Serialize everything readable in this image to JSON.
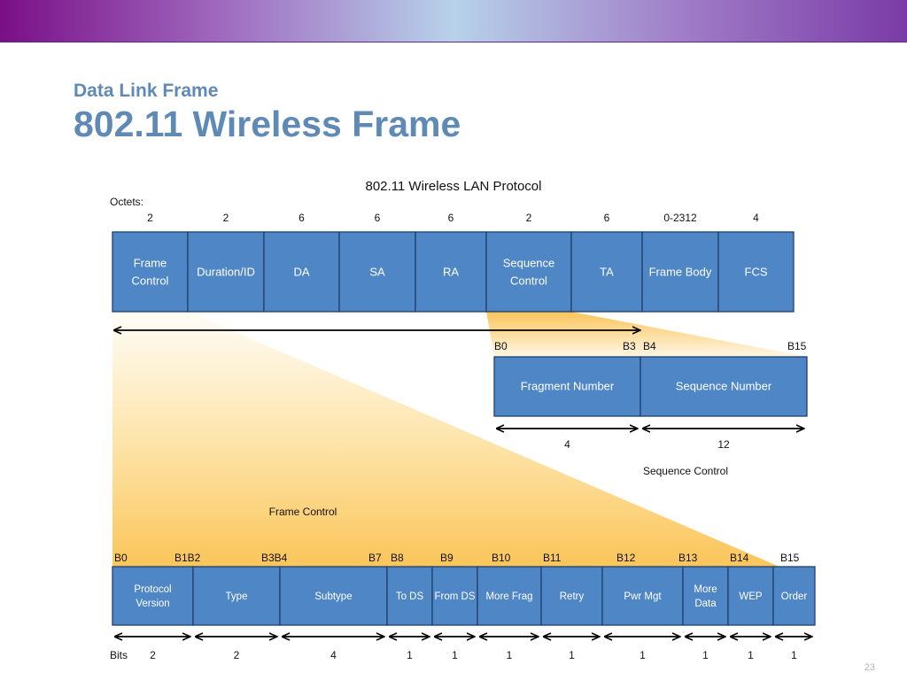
{
  "slide": {
    "subtitle": "Data Link Frame",
    "title": "802.11 Wireless Frame",
    "page_number": "23"
  },
  "diagram": {
    "heading": "802.11 Wireless LAN Protocol",
    "octets_label": "Octets:",
    "frame_fields": [
      {
        "label": [
          "Frame",
          "Control"
        ],
        "octets": "2"
      },
      {
        "label": [
          "Duration/ID"
        ],
        "octets": "2"
      },
      {
        "label": [
          "DA"
        ],
        "octets": "6"
      },
      {
        "label": [
          "SA"
        ],
        "octets": "6"
      },
      {
        "label": [
          "RA"
        ],
        "octets": "6"
      },
      {
        "label": [
          "Sequence",
          "Control"
        ],
        "octets": "2"
      },
      {
        "label": [
          "TA"
        ],
        "octets": "6"
      },
      {
        "label": [
          "Frame Body"
        ],
        "octets": "0-2312"
      },
      {
        "label": [
          "FCS"
        ],
        "octets": "4"
      }
    ],
    "sequence_control": {
      "title": "Sequence Control",
      "bit_labels": [
        "B0",
        "B3",
        "B4",
        "B15"
      ],
      "fields": [
        {
          "label": "Fragment Number",
          "bits": "4"
        },
        {
          "label": "Sequence Number",
          "bits": "12"
        }
      ]
    },
    "frame_control": {
      "title": "Frame Control",
      "bits_label": "Bits",
      "bit_labels": [
        "B0",
        "B1B2",
        "B3B4",
        "B7",
        "B8",
        "B9",
        "B10",
        "B11",
        "B12",
        "B13",
        "B14",
        "B15"
      ],
      "fields": [
        {
          "label": [
            "Protocol",
            "Version"
          ],
          "bits": "2"
        },
        {
          "label": [
            "Type"
          ],
          "bits": "2"
        },
        {
          "label": [
            "Subtype"
          ],
          "bits": "4"
        },
        {
          "label": [
            "To DS"
          ],
          "bits": "1"
        },
        {
          "label": [
            "From DS"
          ],
          "bits": "1"
        },
        {
          "label": [
            "More Frag"
          ],
          "bits": "1"
        },
        {
          "label": [
            "Retry"
          ],
          "bits": "1"
        },
        {
          "label": [
            "Pwr Mgt"
          ],
          "bits": "1"
        },
        {
          "label": [
            "More",
            "Data"
          ],
          "bits": "1"
        },
        {
          "label": [
            "WEP"
          ],
          "bits": "1"
        },
        {
          "label": [
            "Order"
          ],
          "bits": "1"
        }
      ]
    },
    "colors": {
      "field_fill": "#4f86c6",
      "field_stroke": "#1f3f6a",
      "wedge": "#fbc55a",
      "title": "#5e8ab5"
    }
  }
}
